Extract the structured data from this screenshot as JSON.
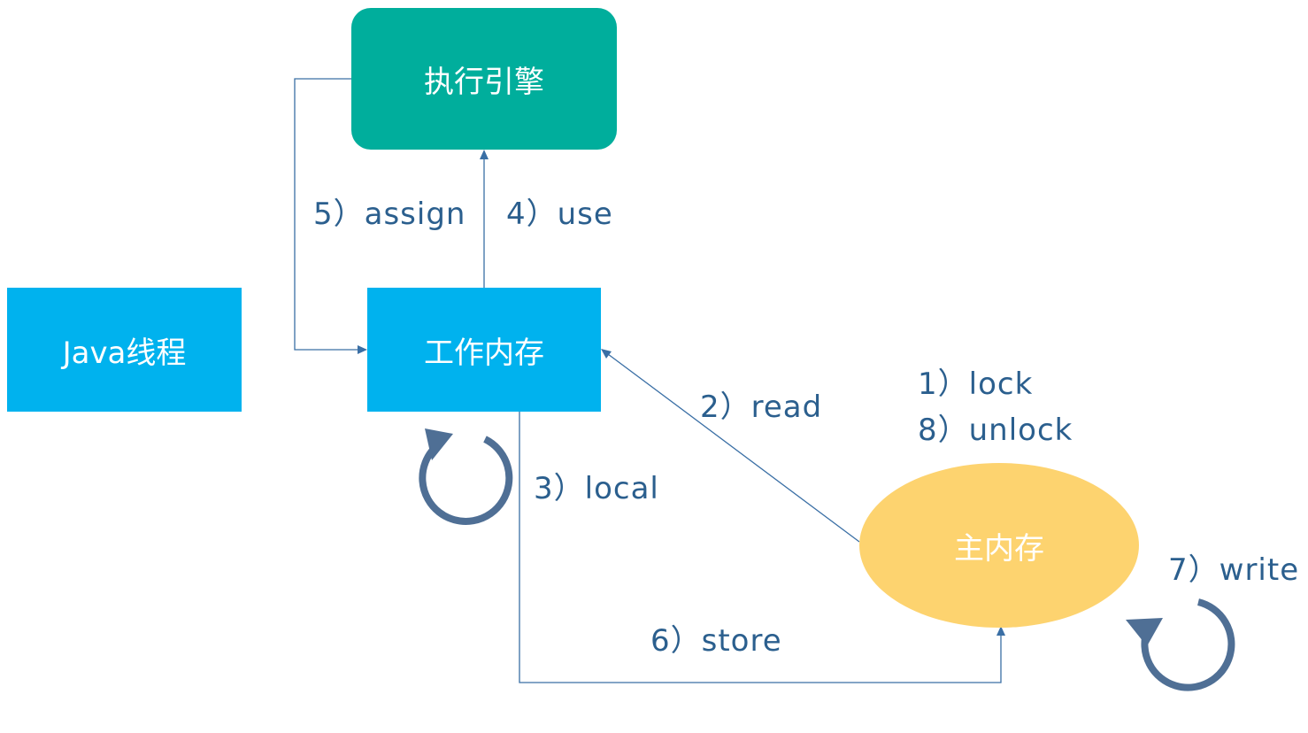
{
  "nodes": {
    "engine": "执行引擎",
    "thread": "Java线程",
    "work_memory": "工作内存",
    "main_memory": "主内存"
  },
  "operations": {
    "lock": "1）lock",
    "unlock": "8）unlock",
    "read": "2）read",
    "local": "3）local",
    "use": "4）use",
    "assign": "5）assign",
    "store": "6）store",
    "write": "7）write"
  },
  "colors": {
    "engine": "#00ae9c",
    "blue_box": "#00b2ee",
    "main_memory": "#fdd36f",
    "label_text": "#2b5f8e",
    "arrow": "#3a6fa5",
    "cycle_arrow": "#4f6f95"
  }
}
